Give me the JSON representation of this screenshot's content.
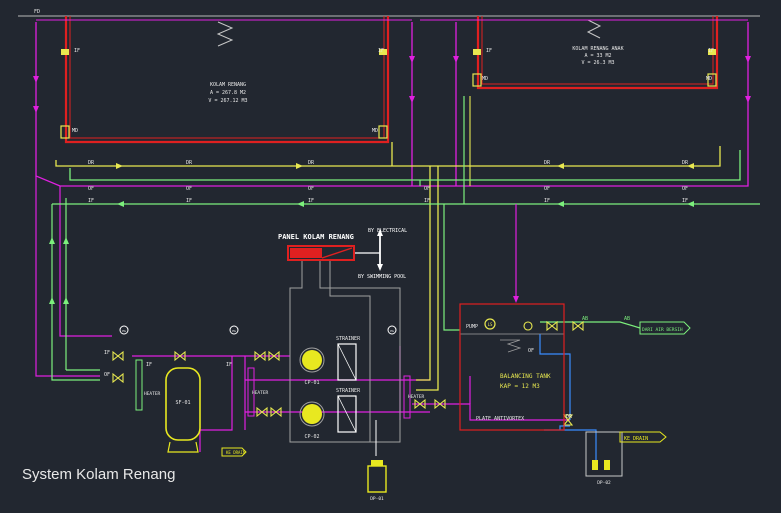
{
  "caption": "System Kolam Renang",
  "colors": {
    "background": "#222730",
    "pipe_if": "#e020e0",
    "pipe_green": "#7cf07c",
    "pipe_yellow": "#e8e850",
    "pipe_blue": "#3a8cff",
    "pool_wall": "#e02020",
    "equipment": "#e8e820",
    "structure": "#a0a0a0",
    "text": "#e8e8e8"
  },
  "labels": {
    "fd": "FD",
    "if": "IF",
    "dr": "DR",
    "of": "OF",
    "md": "MD",
    "ab": "AB"
  },
  "pool_main": {
    "name": "KOLAM RENANG",
    "area": "A = 267.8 M2",
    "volume": "V = 267.12 M3"
  },
  "pool_kids": {
    "name": "KOLAM RENANG ANAK",
    "area": "A = 33 M2",
    "volume": "V = 26.3 M3"
  },
  "panel": {
    "title": "PANEL KOLAM RENANG",
    "to_electrical": "BY ELECTRICAL",
    "to_pool": "BY SWIMMING POOL"
  },
  "equipment": {
    "sand_filter": "SF-01",
    "heater": "HEATER",
    "strainer": "STRAINER",
    "pump_1": "CP-01",
    "pump_2": "CP-02",
    "dosing": "DP-01",
    "gauge": "PG"
  },
  "balancing_tank": {
    "title": "BALANCING TANK",
    "capacity": "KAP = 12 M3",
    "pump": "PUMP",
    "level_switch": "LS",
    "plate": "PLATE ANTIVORTEX"
  },
  "tags": {
    "water_source": "DARI AIR BERSIH",
    "to_drain": "KE DRAIN",
    "drain_pump": "DP-02"
  }
}
